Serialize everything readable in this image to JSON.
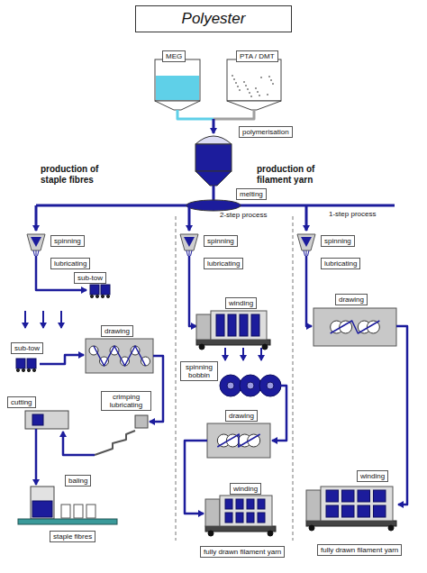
{
  "diagram": {
    "title": "Polyester",
    "nodes": [
      {
        "text": [
          "MEG"
        ]
      },
      {
        "text": [
          "PTA / DMT"
        ]
      },
      {
        "text": [
          "polymerisation"
        ]
      },
      {
        "text": [
          "melting"
        ]
      },
      {
        "text": [
          "spinning"
        ]
      },
      {
        "text": [
          "lubricating"
        ]
      },
      {
        "text": [
          "sub-tow"
        ]
      },
      {
        "text": [
          "spinning"
        ]
      },
      {
        "text": [
          "lubricating"
        ]
      },
      {
        "text": [
          "spinning"
        ]
      },
      {
        "text": [
          "lubricating"
        ]
      },
      {
        "text": [
          "winding"
        ]
      },
      {
        "text": [
          "drawing"
        ]
      },
      {
        "text": [
          "sub-tow"
        ]
      },
      {
        "text": [
          "drawing"
        ]
      },
      {
        "text": [
          "spinning bobbin"
        ]
      },
      {
        "text": [
          "crimping lubricating"
        ]
      },
      {
        "text": [
          "cutting"
        ]
      },
      {
        "text": [
          "drawing"
        ]
      },
      {
        "text": [
          "baling"
        ]
      },
      {
        "text": [
          "winding"
        ]
      },
      {
        "text": [
          "winding"
        ]
      },
      {
        "text": [
          "staple fibres"
        ]
      },
      {
        "text": [
          "fully drawn filament yarn"
        ]
      },
      {
        "text": [
          "fully drawn filament yarn"
        ]
      }
    ],
    "labels": [
      "production of staple fibres",
      "production of filament yarn",
      "2-step process",
      "1-step process"
    ]
  }
}
